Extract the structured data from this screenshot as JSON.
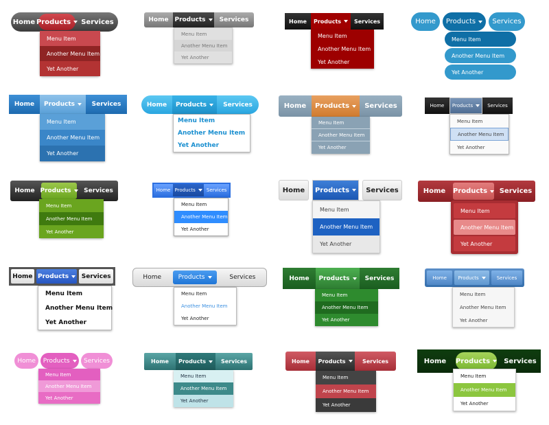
{
  "labels": {
    "home": "Home",
    "products": "Products",
    "services": "Services",
    "item1": "Menu Item",
    "item2": "Another Menu Item",
    "item3": "Yet Another"
  },
  "colors": {
    "dark_red": "#8b0000",
    "blue": "#2a7fc1",
    "green": "#6aa51f",
    "pink": "#e86cc4",
    "teal": "#3e8a8a",
    "dark_green": "#0f3d0f",
    "lime": "#8cc63f"
  }
}
